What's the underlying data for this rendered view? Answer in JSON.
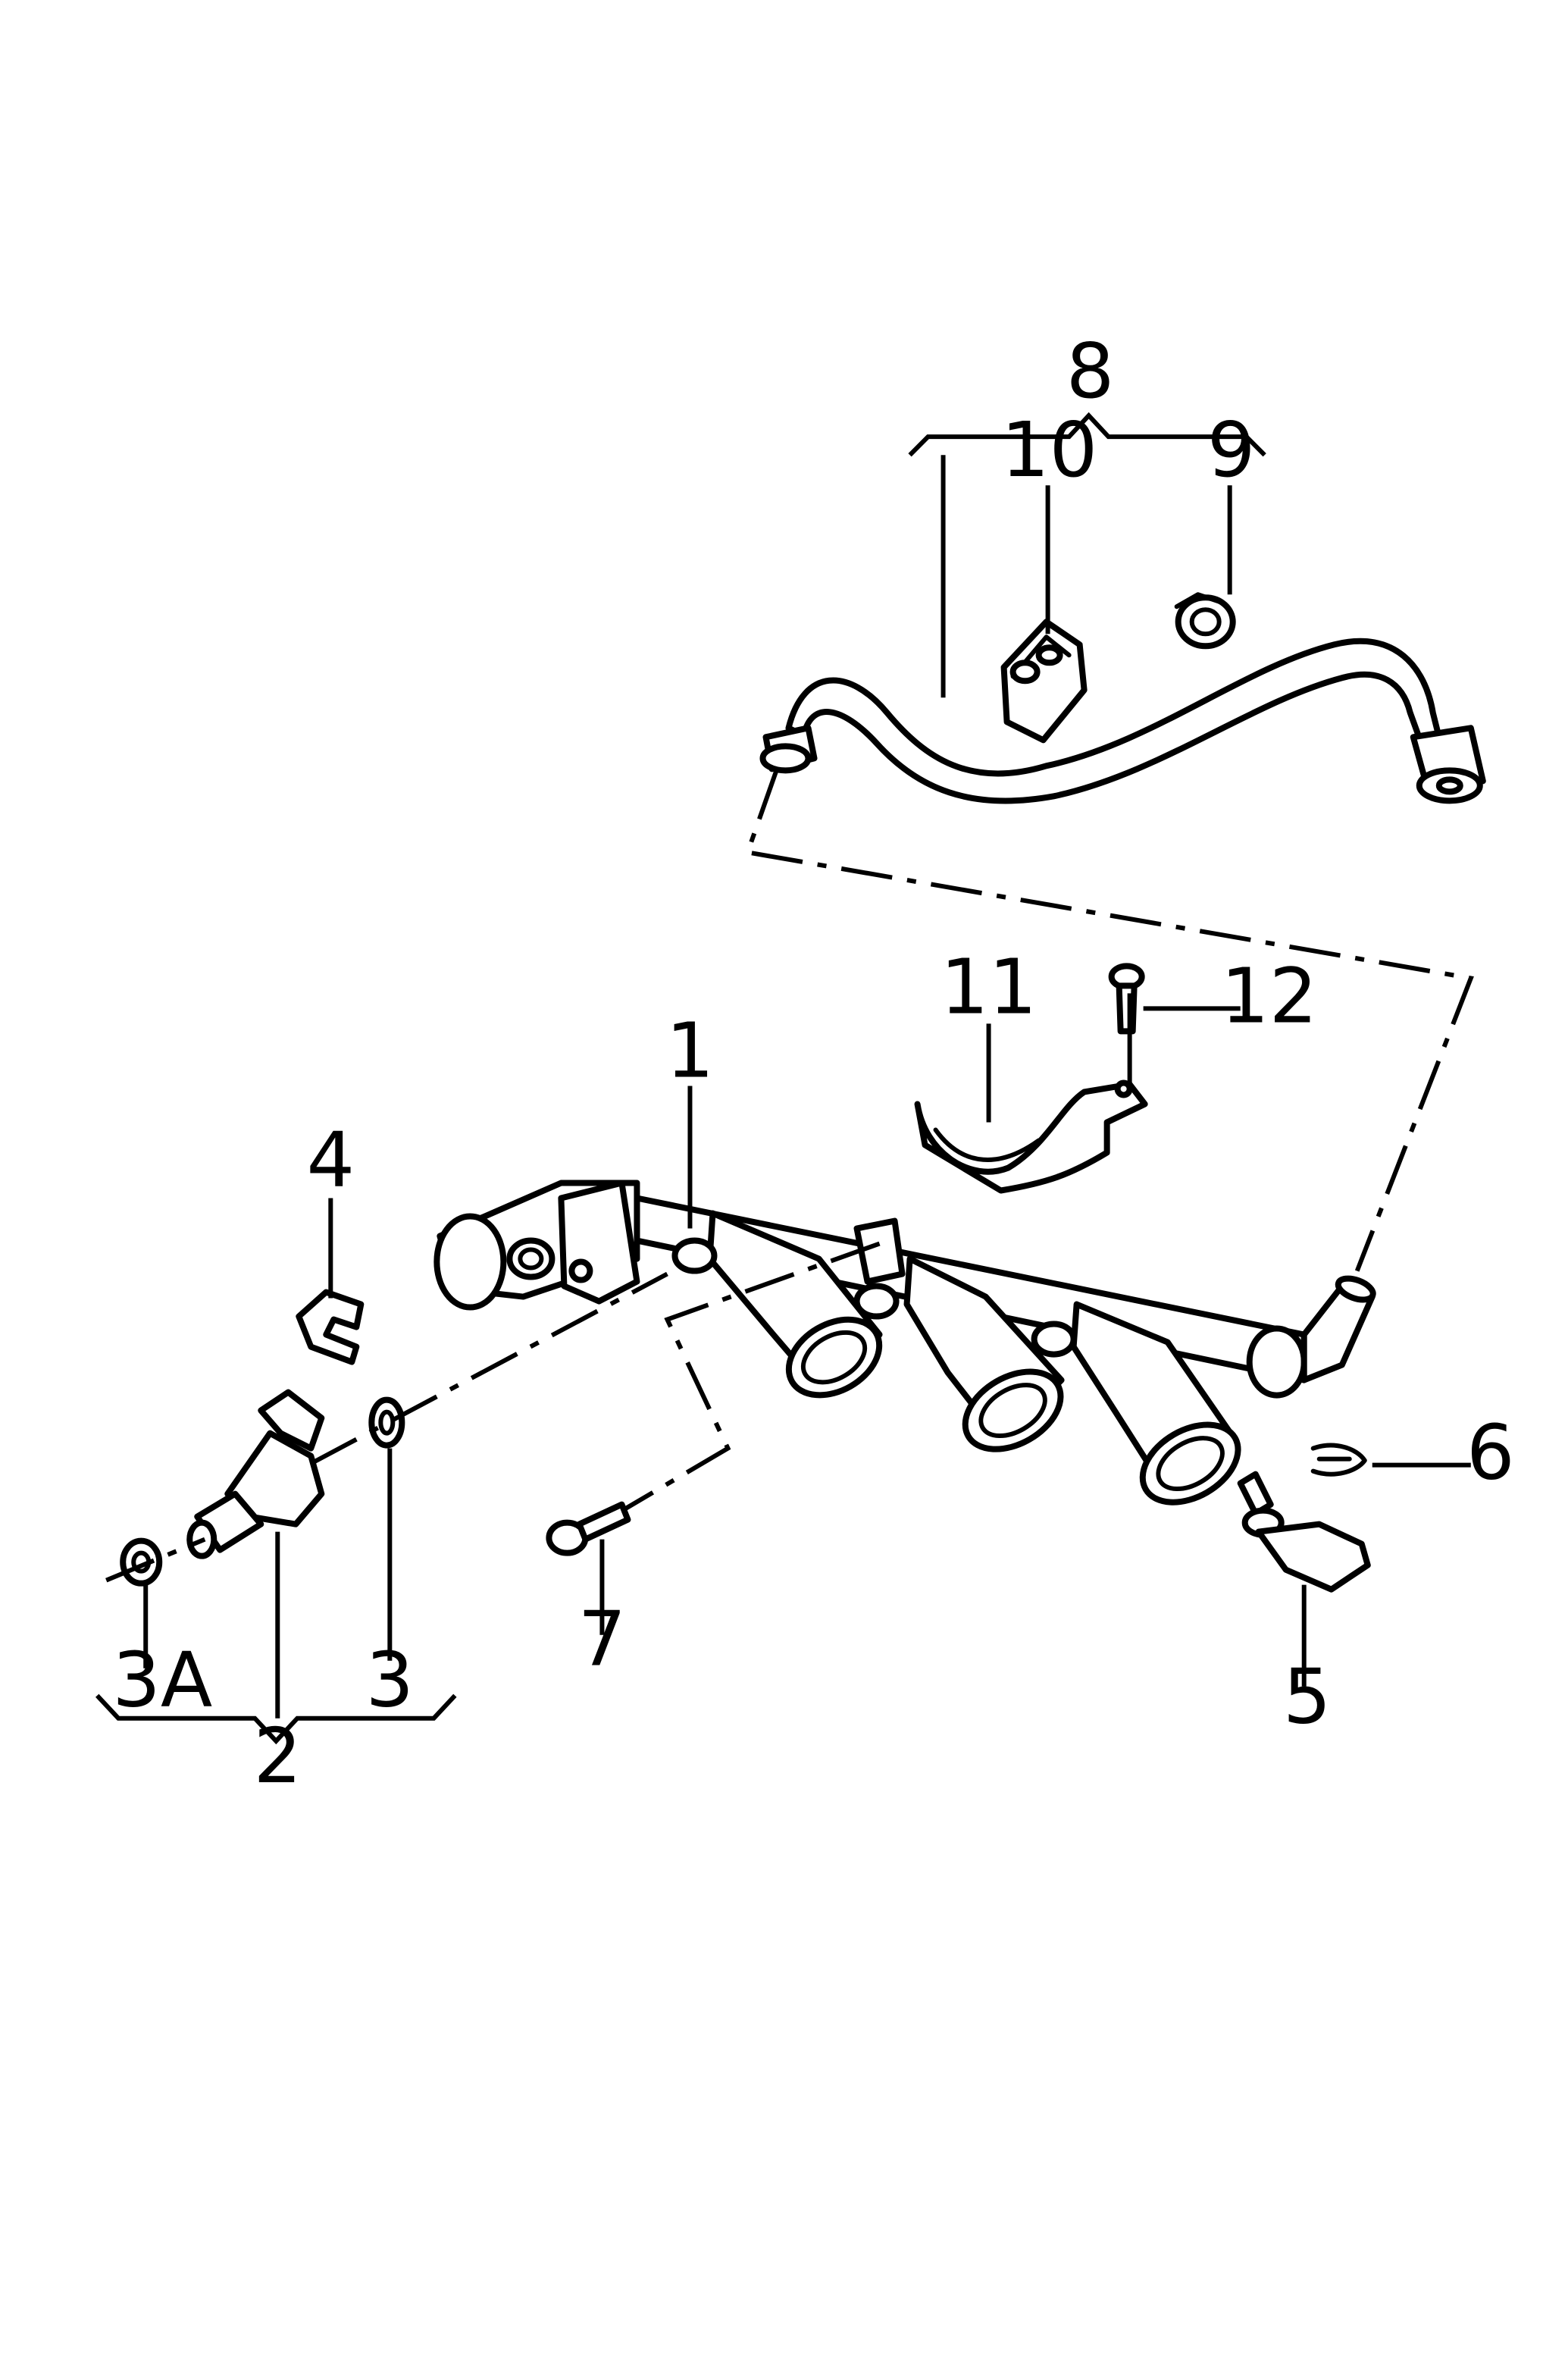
{
  "callouts": {
    "c1": "1",
    "c2": "2",
    "c3": "3",
    "c3a": "3A",
    "c4": "4",
    "c5": "5",
    "c6": "6",
    "c7": "7",
    "c8": "8",
    "c9": "9",
    "c10": "10",
    "c11": "11",
    "c12": "12"
  }
}
